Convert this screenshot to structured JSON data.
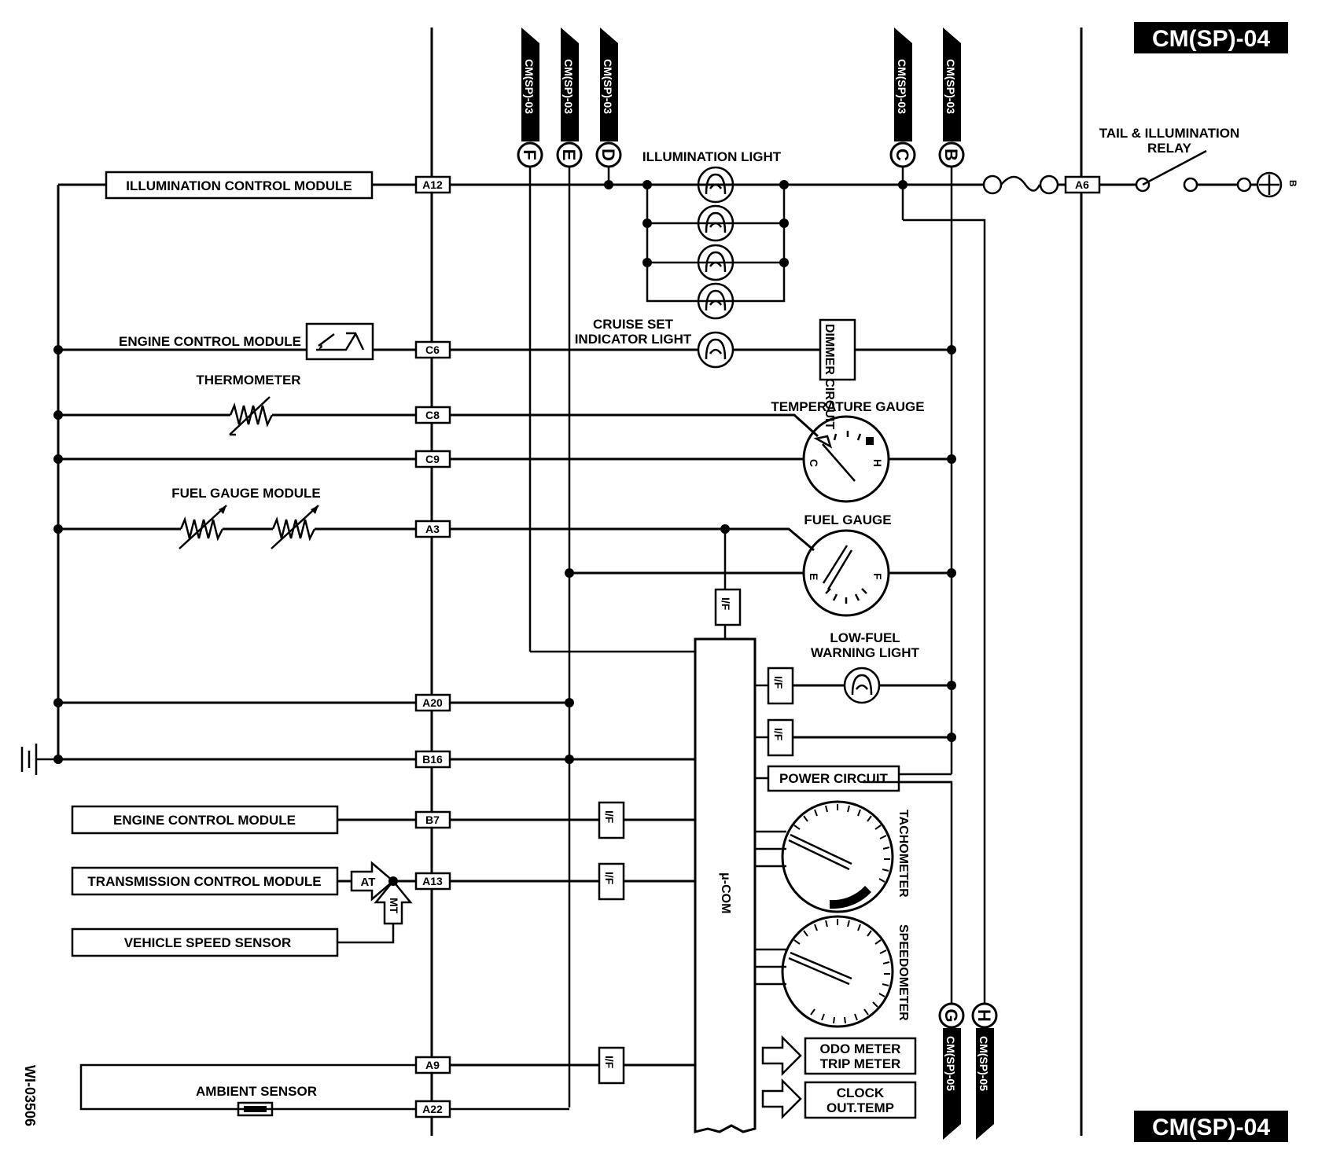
{
  "page_ref": "CM(SP)-04",
  "doc_id": "WI-03506",
  "battery_label": "B",
  "labels": {
    "illumination_light": "ILLUMINATION LIGHT",
    "tail_relay_1": "TAIL & ILLUMINATION",
    "tail_relay_2": "RELAY",
    "cruise_1": "CRUISE SET",
    "cruise_2": "INDICATOR LIGHT",
    "thermometer": "THERMOMETER",
    "fuel_gauge_module": "FUEL GAUGE MODULE",
    "temperature_gauge": "TEMPERATURE GAUGE",
    "fuel_gauge": "FUEL GAUGE",
    "low_fuel_1": "LOW-FUEL",
    "low_fuel_2": "WARNING LIGHT",
    "ambient_sensor": "AMBIENT SENSOR",
    "tachometer": "TACHOMETER",
    "speedometer": "SPEEDOMETER",
    "ucom": "μ-COM",
    "dimmer": "DIMMER CIRCUIT",
    "at": "AT",
    "mt": "MT",
    "temp_c": "C",
    "temp_h": "H",
    "fuel_e": "E",
    "fuel_f": "F"
  },
  "boxes": {
    "illum_ctrl": "ILLUMINATION CONTROL MODULE",
    "ecm_top": "ENGINE CONTROL MODULE",
    "ecm_bottom": "ENGINE CONTROL MODULE",
    "tcm": "TRANSMISSION CONTROL MODULE",
    "vss": "VEHICLE SPEED SENSOR",
    "power_circuit": "POWER CIRCUIT",
    "odo_1": "ODO METER",
    "odo_2": "TRIP METER",
    "clock_1": "CLOCK",
    "clock_2": "OUT.TEMP",
    "if": "I/F"
  },
  "pins": {
    "a12": "A12",
    "c6": "C6",
    "c8": "C8",
    "c9": "C9",
    "a3": "A3",
    "a20": "A20",
    "b16": "B16",
    "b7": "B7",
    "a13": "A13",
    "a9": "A9",
    "a22": "A22",
    "a6": "A6"
  },
  "connectors": {
    "f": {
      "letter": "F",
      "ref": "CM(SP)-03"
    },
    "e": {
      "letter": "E",
      "ref": "CM(SP)-03"
    },
    "d": {
      "letter": "D",
      "ref": "CM(SP)-03"
    },
    "c": {
      "letter": "C",
      "ref": "CM(SP)-03"
    },
    "b": {
      "letter": "B",
      "ref": "CM(SP)-03"
    },
    "g": {
      "letter": "G",
      "ref": "CM(SP)-05"
    },
    "h": {
      "letter": "H",
      "ref": "CM(SP)-05"
    }
  }
}
